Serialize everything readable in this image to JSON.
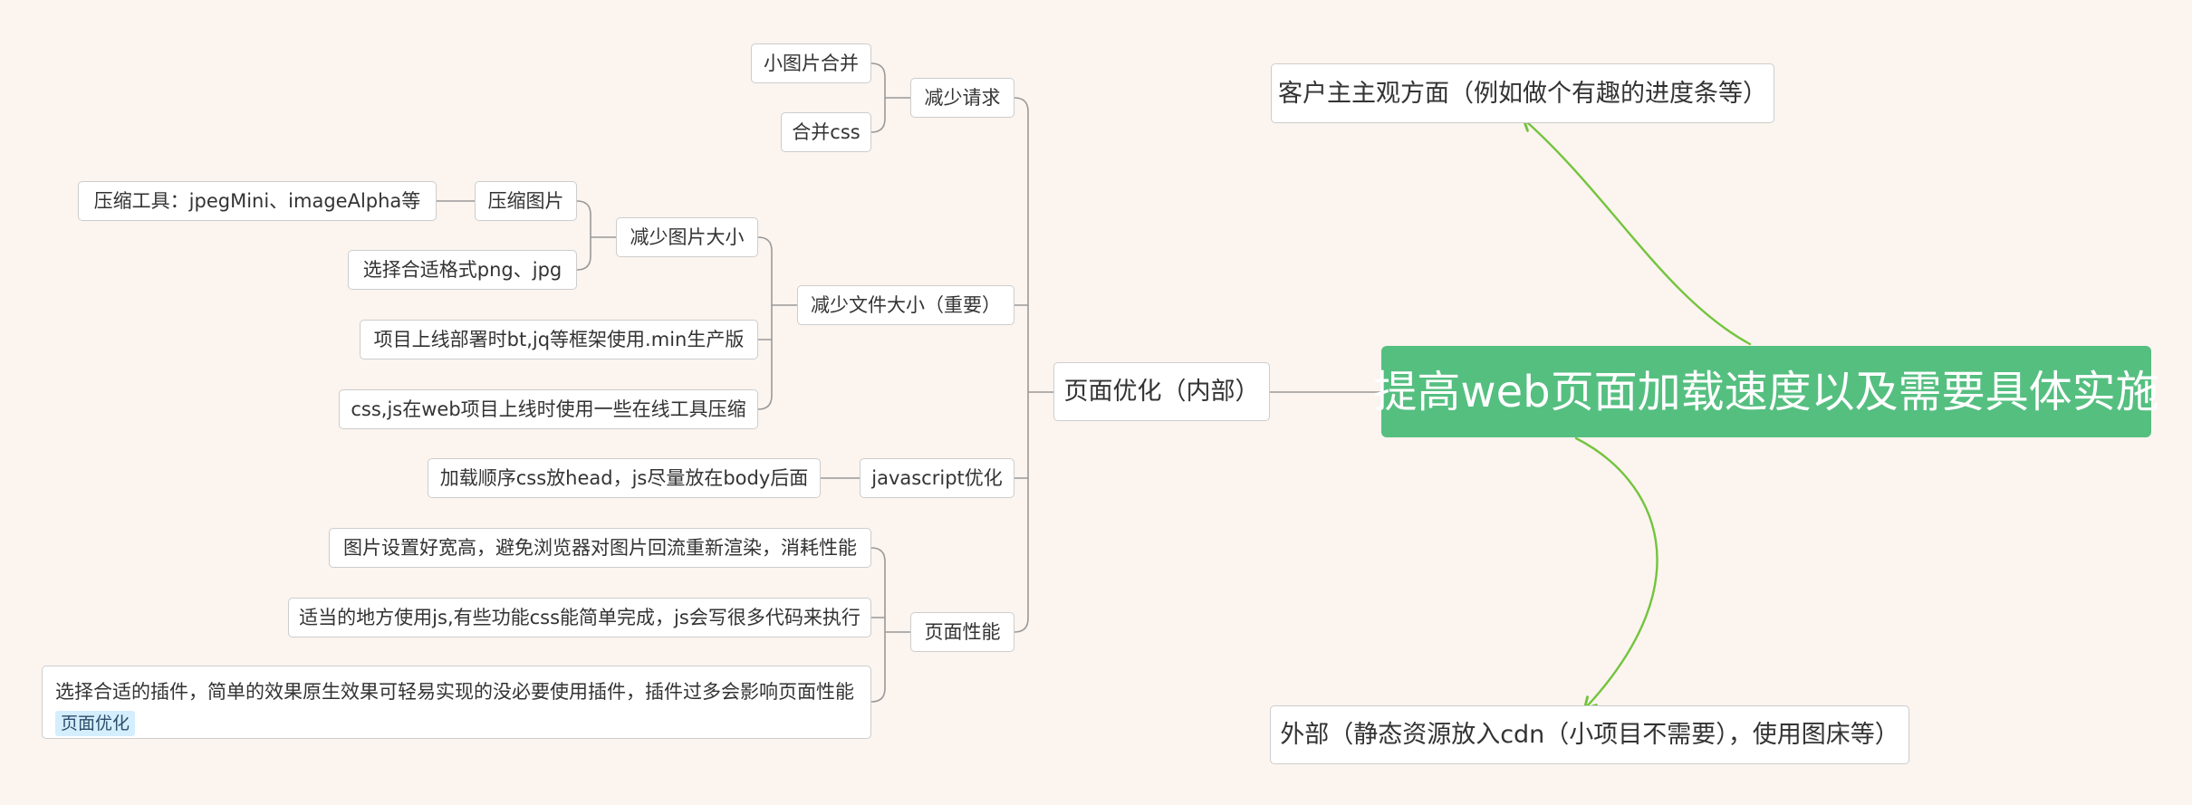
{
  "colors": {
    "background": "#fbf4ef",
    "root_fill": "#55bf80",
    "connector_gray": "#9a9a9a",
    "arrow_green": "#73c43c",
    "tag_fill": "#d4eefd"
  },
  "root": {
    "label": "提高web页面加载速度以及需要具体实施"
  },
  "internal": {
    "label": "页面优化（内部）",
    "reduce_requests": {
      "label": "减少请求",
      "children": [
        "小图片合并",
        "合并css"
      ]
    },
    "reduce_file_size": {
      "label": "减少文件大小（重要）",
      "reduce_image_size": {
        "label": "减少图片大小",
        "compress_images": {
          "label": "压缩图片",
          "tool": "压缩工具：jpegMini、imageAlpha等"
        },
        "format": "选择合适格式png、jpg"
      },
      "min_build": "项目上线部署时bt,jq等框架使用.min生产版",
      "online_compress": "css,js在web项目上线时使用一些在线工具压缩"
    },
    "javascript": {
      "label": "javascript优化",
      "load_order": "加载顺序css放head，js尽量放在body后面"
    },
    "performance": {
      "label": "页面性能",
      "image_size": "图片设置好宽高，避免浏览器对图片回流重新渲染，消耗性能",
      "use_js": "适当的地方使用js,有些功能css能简单完成，js会写很多代码来执行",
      "plugins": "选择合适的插件，简单的效果原生效果可轻易实现的没必要使用插件，插件过多会影响页面性能",
      "plugins_tag": "页面优化"
    }
  },
  "subjective": {
    "label": "客户主主观方面（例如做个有趣的进度条等）"
  },
  "external": {
    "label": "外部（静态资源放入cdn（小项目不需要），使用图床等）"
  }
}
